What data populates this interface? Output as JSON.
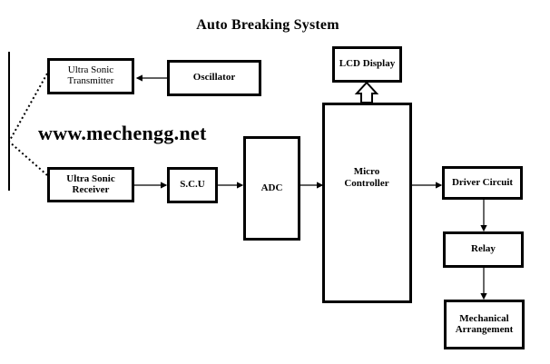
{
  "title": "Auto Breaking System",
  "watermark": "www.mechengg.net",
  "blocks": {
    "transmitter": "Ultra Sonic\nTransmitter",
    "oscillator": "Oscillator",
    "receiver": "Ultra Sonic\nReceiver",
    "scu": "S.C.U",
    "adc": "ADC",
    "lcd": "LCD Display",
    "micro_controller": "Micro\nController",
    "driver": "Driver Circuit",
    "relay": "Relay",
    "mechanical": "Mechanical\nArrangement"
  }
}
